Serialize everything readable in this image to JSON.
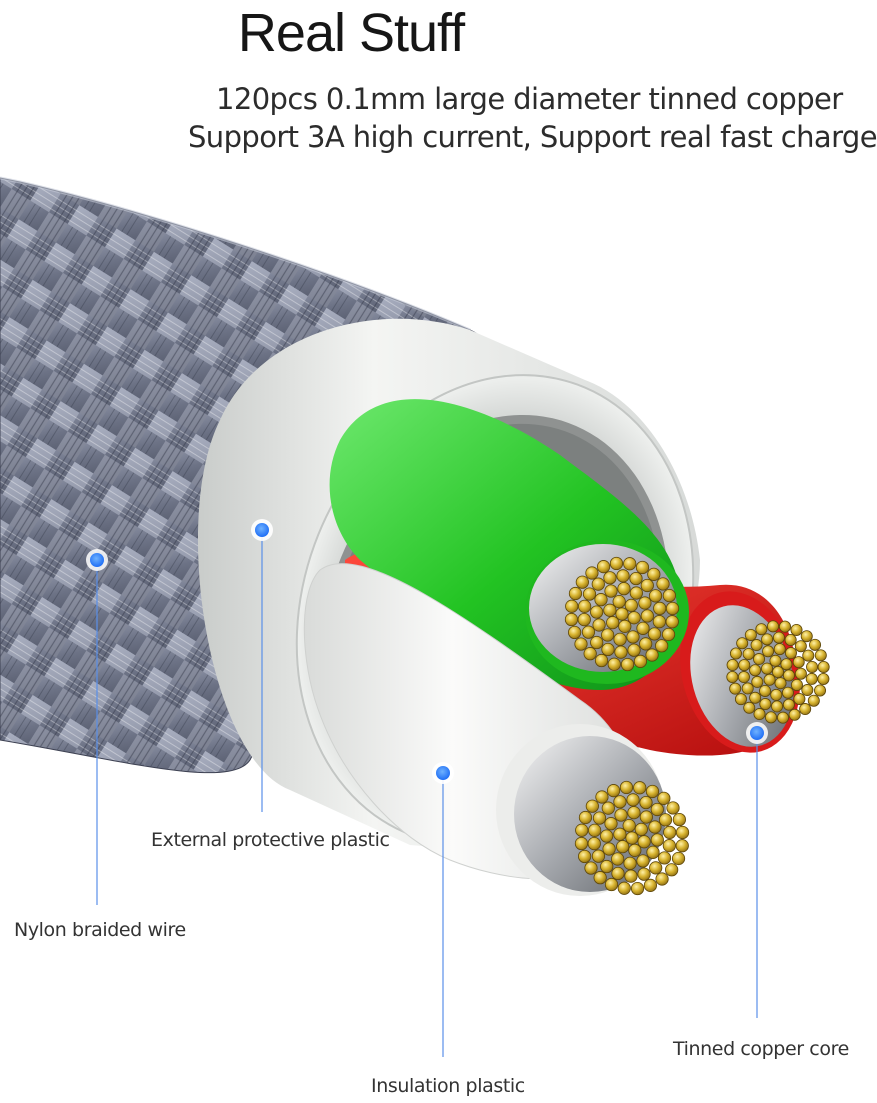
{
  "heading": {
    "title": "Real Stuff",
    "line1": "120pcs 0.1mm large diameter tinned copper",
    "line2": "Support 3A high current, Support real fast charge"
  },
  "callouts": {
    "nylon": "Nylon braided wire",
    "external": "External protective plastic",
    "insulation": "Insulation plastic",
    "copper": "Tinned copper core"
  },
  "colors": {
    "background": "#ffffff",
    "marker": "#1f6ef5",
    "leader_line": "#5a8fe8",
    "braid": "#7d8496",
    "jacket": "#e9ecea",
    "green_wire": "#2dc72d",
    "red_wire": "#d81b1b",
    "white_wire": "#f1f2f0",
    "tinned_copper": "#d8b42f"
  }
}
